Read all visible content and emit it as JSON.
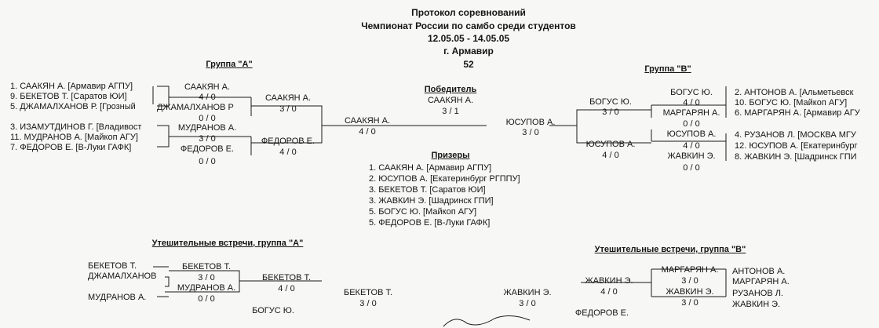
{
  "header": {
    "title": "Протокол соревнований",
    "subtitle": "Чемпионат России по самбо среди студентов",
    "dates": "12.05.05 - 14.05.05",
    "city": "г. Армавир",
    "weight": "52"
  },
  "group_a": {
    "label": "Группа \"А\"",
    "entries": [
      "1. СААКЯН А. [Армавир АГПУ]",
      "9. БЕКЕТОВ Т. [Саратов ЮИ]",
      "5. ДЖАМАЛХАНОВ Р. [Грозный",
      "3. ИЗАМУТДИНОВ Г. [Владивост",
      "11. МУДРАНОВ А. [Майкоп АГУ]",
      "7. ФЕДОРОВ Е. [В-Луки ГАФК]"
    ],
    "r1": [
      {
        "name": "СААКЯН А.",
        "score": "4 / 0"
      },
      {
        "name": "ДЖАМАЛХАНОВ Р",
        "score": "0 / 0"
      },
      {
        "name": "МУДРАНОВ А.",
        "score": "3 / 0"
      },
      {
        "name": "ФЕДОРОВ Е.",
        "score": "0 / 0"
      }
    ],
    "r2": [
      {
        "name": "СААКЯН А.",
        "score": "3 / 0"
      },
      {
        "name": "ФЕДОРОВ Е.",
        "score": "4 / 0"
      }
    ],
    "final": {
      "name": "СААКЯН А.",
      "score": "4 / 0"
    }
  },
  "group_b": {
    "label": "Группа \"В\"",
    "entries": [
      "2. АНТОНОВ А. [Альметьевск",
      "10. БОГУС Ю. [Майкоп АГУ]",
      "6. МАРГАРЯН А. [Армавир АГУ",
      "4. РУЗАНОВ Л. [МОСКВА МГУ",
      "12. ЮСУПОВ А. [Екатеринбург",
      "8. ЖАВКИН Э. [Шадринск ГПИ"
    ],
    "r1": [
      {
        "name": "БОГУС Ю.",
        "score": "4 / 0"
      },
      {
        "name": "МАРГАРЯН А.",
        "score": "0 / 0"
      },
      {
        "name": "ЮСУПОВ А.",
        "score": "4 / 0"
      },
      {
        "name": "ЖАВКИН Э.",
        "score": "0 / 0"
      }
    ],
    "r2": [
      {
        "name": "БОГУС Ю.",
        "score": "3 / 0"
      },
      {
        "name": "ЮСУПОВ А.",
        "score": "4 / 0"
      }
    ],
    "final": {
      "name": "ЮСУПОВ А.",
      "score": "3 / 0"
    }
  },
  "winner": {
    "label": "Победитель",
    "name": "СААКЯН А.",
    "score": "3 / 1"
  },
  "prizes": {
    "label": "Призеры",
    "list": [
      "1. СААКЯН А.   [Армавир АГПУ]",
      "2. ЮСУПОВ А.   [Екатеринбург РГППУ]",
      "3. БЕКЕТОВ Т.   [Саратов ЮИ]",
      "3. ЖАВКИН Э.   [Шадринск ГПИ]",
      "5. БОГУС Ю.   [Майкоп АГУ]",
      "5. ФЕДОРОВ Е.   [В-Луки ГАФК]"
    ]
  },
  "consolation_a": {
    "label": "Утешительные встречи, группа \"А\"",
    "entrants": [
      "БЕКЕТОВ Т.",
      "ДЖАМАЛХАНОВ",
      "МУДРАНОВ А."
    ],
    "r1": {
      "name": "БЕКЕТОВ Т.",
      "score": "3 / 0"
    },
    "r1b": {
      "name": "МУДРАНОВ А.",
      "score": "0 / 0"
    },
    "r2": {
      "name": "БЕКЕТОВ Т.",
      "score": "4 / 0"
    },
    "opponent": "БОГУС Ю.",
    "final": {
      "name": "БЕКЕТОВ Т.",
      "score": "3 / 0"
    }
  },
  "consolation_b": {
    "label": "Утешительные встречи, группа \"В\"",
    "entrants": [
      "АНТОНОВ А.",
      "МАРГАРЯН А.",
      "РУЗАНОВ Л.",
      "ЖАВКИН Э."
    ],
    "r1": [
      {
        "name": "МАРГАРЯН А.",
        "score": "3 / 0"
      },
      {
        "name": "ЖАВКИН Э.",
        "score": "3 / 0"
      }
    ],
    "r2": {
      "name": "ЖАВКИН Э.",
      "score": "4 / 0"
    },
    "opponent": "ФЕДОРОВ Е.",
    "final": {
      "name": "ЖАВКИН Э.",
      "score": "3 / 0"
    }
  }
}
